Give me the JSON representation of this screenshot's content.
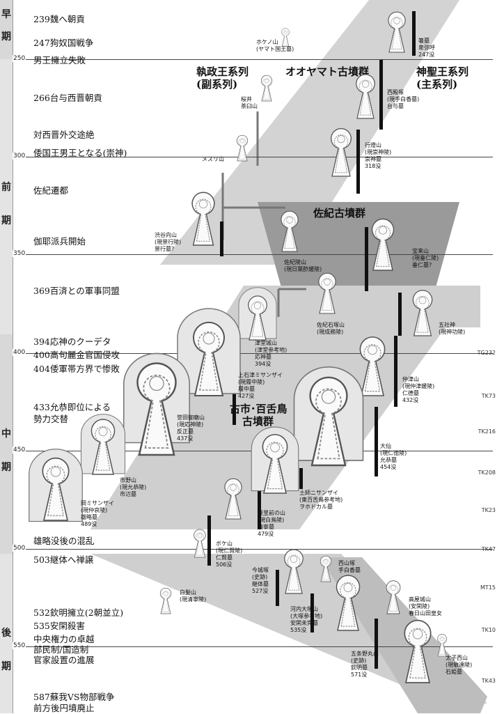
{
  "periods": [
    {
      "name": "早期",
      "chars": [
        "早",
        "期"
      ]
    },
    {
      "name": "前期",
      "chars": [
        "前",
        "期"
      ]
    },
    {
      "name": "中期",
      "chars": [
        "中",
        "期"
      ]
    },
    {
      "name": "後期",
      "chars": [
        "後",
        "期"
      ]
    }
  ],
  "year_ticks": [
    "250",
    "300",
    "350",
    "400",
    "450",
    "500",
    "550"
  ],
  "events": [
    "239魏へ朝貢",
    "247狗奴国戦争",
    "男王擁立失敗",
    "266台与西晋朝貢",
    "対西晋外交途絶",
    "倭国王男王となる(崇神)",
    "佐紀遷都",
    "伽耶派兵開始",
    "369百済との軍事同盟",
    "394応神のクーデタ",
    "400高句麗金官国侵攻",
    "404倭軍帯方界で惨敗",
    "433允恭即位による",
    "勢力交替",
    "雄略没後の混乱",
    "503継体へ禅譲",
    "532欽明擁立(2朝並立)",
    "535安閑殺害",
    "中央権力の卓越",
    "部民制/国造制",
    "官家設置の進展",
    "587蘇我VS物部戦争",
    "前方後円墳廃止"
  ],
  "tk_marks": [
    "TG232",
    "TK73",
    "TK216",
    "TK208",
    "TK23",
    "TK47",
    "MT15",
    "TK10",
    "TK43"
  ],
  "groups": {
    "shissei": [
      "執政王系列",
      "(副系列)"
    ],
    "ooyamato": "オオヤマト古墳群",
    "shinsei": [
      "神聖王系列",
      "(主系列)"
    ],
    "saki": "佐紀古墳群",
    "furuichi": [
      "古市･百舌鳥",
      "古墳群"
    ]
  },
  "tombs": {
    "hokenoyama": [
      "ホケノ山",
      "(ヤマト国王墓)"
    ],
    "hashihaka": [
      "箸墓",
      "卑弥呼",
      "247没"
    ],
    "sakurai": [
      "桜井",
      "茶臼山"
    ],
    "nishitonozuka": [
      "西殿塚",
      "(現手白香墓)",
      "台与墓"
    ],
    "mesuriyama": [
      "メスリ山"
    ],
    "andonyama": [
      "行燈山",
      "(現崇神陵)",
      "崇神墓",
      "318没"
    ],
    "shibutani": [
      "渋谷向山",
      "(現景行陵)",
      "景行墓?"
    ],
    "samitozaki": [
      "佐紀陵山",
      "(現日葉酢媛陵)"
    ],
    "horaisan": [
      "宝来山",
      "(現垂仁陵)",
      "垂仁墓?"
    ],
    "saki_ishizuka": [
      "佐紀石塚山",
      "(現成務陵)"
    ],
    "goshashin": [
      "五社神",
      "(現神功陵)"
    ],
    "tsudoshiro": [
      "津堂城山",
      "(津堂参考地)",
      "応神墓",
      "394没"
    ],
    "kamiishizu": [
      "上石津ミサンザイ",
      "(現履中陵)",
      "履中墓",
      "427没"
    ],
    "nakatsuyama": [
      "仲津山",
      "(現仲津媛陵)",
      "仁德墓",
      "432没"
    ],
    "kondagobyo": [
      "誉田御廟山",
      "(現応神陵)",
      "反正墓",
      "437没"
    ],
    "daisen": [
      "大仙",
      "(現仁徳陵)",
      "允恭墓",
      "454没"
    ],
    "ichinoyama": [
      "市野山",
      "(現允恭陵)",
      "市辺墓"
    ],
    "hajinisanzai": [
      "土師ニサンザイ",
      "(東百舌鳥参考地)",
      "ヲホドカル墓"
    ],
    "okamisanzai": [
      "岡ミサンザイ",
      "(現仲哀陵)",
      "雄略墓",
      "489没"
    ],
    "karusatomae": [
      "軽里前の山",
      "(現白鳥陵)",
      "清寧墓",
      "479没"
    ],
    "bokeyama": [
      "ボケ山",
      "(現仁賢陵)",
      "仁賢墓",
      "506没"
    ],
    "imashirozuka": [
      "今城塚",
      "(史跡)",
      "継体墓",
      "527没"
    ],
    "nishiyamazuka": [
      "西山塚",
      "手白香墓"
    ],
    "shiragayama": [
      "白髪山",
      "(現清寧陵)"
    ],
    "kawachiotsuka": [
      "河内大塚山",
      "(大塚参考地)",
      "安閑未完墓",
      "535没"
    ],
    "takayajoyama": [
      "高屋城山",
      "(安閑陵)",
      "春日山田皇女"
    ],
    "gojonomaruyama": [
      "五条野丸山",
      "(史跡)",
      "欽明墓",
      "571没"
    ],
    "taishinishiyama": [
      "太子西山",
      "(現敏達陵)",
      "石姫墓"
    ]
  }
}
